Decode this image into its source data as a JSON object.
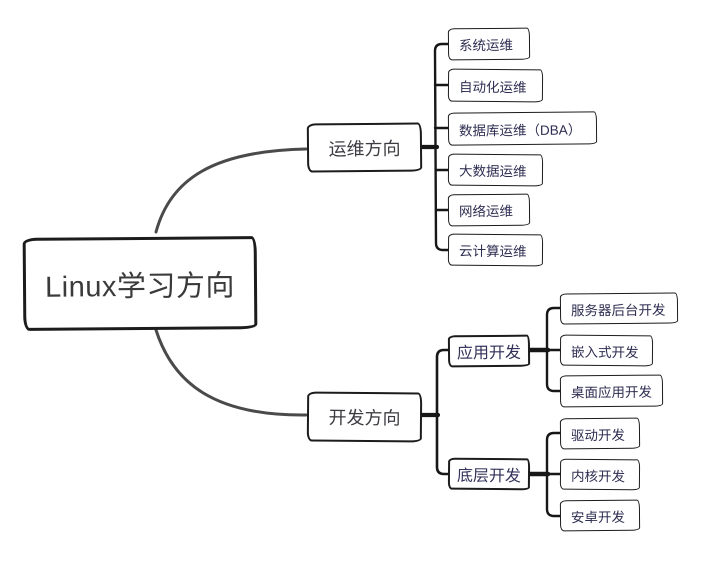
{
  "mindmap": {
    "root": {
      "label": "Linux学习方向"
    },
    "branches": [
      {
        "label": "运维方向",
        "children": [
          {
            "label": "系统运维"
          },
          {
            "label": "自动化运维"
          },
          {
            "label": "数据库运维（DBA）"
          },
          {
            "label": "大数据运维"
          },
          {
            "label": "网络运维"
          },
          {
            "label": "云计算运维"
          }
        ]
      },
      {
        "label": "开发方向",
        "children": [
          {
            "label": "应用开发",
            "children": [
              {
                "label": "服务器后台开发"
              },
              {
                "label": "嵌入式开发"
              },
              {
                "label": "桌面应用开发"
              }
            ]
          },
          {
            "label": "底层开发",
            "children": [
              {
                "label": "驱动开发"
              },
              {
                "label": "内核开发"
              },
              {
                "label": "安卓开发"
              }
            ]
          }
        ]
      }
    ]
  },
  "colors": {
    "background": "#ffffff",
    "node_border": "#1c1c1c",
    "root_text": "#3a3a3a",
    "branch_text": "#3c3c42",
    "leaf_text": "#2e2e52",
    "connector": "#171717",
    "curve": "#4a4a4a"
  }
}
